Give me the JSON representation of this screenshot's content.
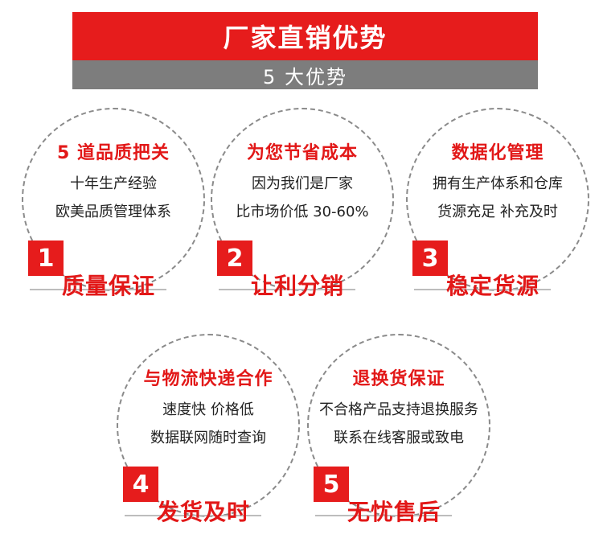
{
  "header": {
    "title": "厂家直销优势",
    "subtitle": "5 大优势"
  },
  "colors": {
    "accent": "#e61c1c",
    "subheader_bg": "#7d7d7d",
    "ring": "#8a8a8a"
  },
  "cards": [
    {
      "number": "1",
      "title": "5 道品质把关",
      "line1": "十年生产经验",
      "line2": "欧美品质管理体系",
      "label": "质量保证"
    },
    {
      "number": "2",
      "title": "为您节省成本",
      "line1": "因为我们是厂家",
      "line2": "比市场价低 30-60%",
      "label": "让利分销"
    },
    {
      "number": "3",
      "title": "数据化管理",
      "line1": "拥有生产体系和仓库",
      "line2": "货源充足 补充及时",
      "label": "稳定货源"
    },
    {
      "number": "4",
      "title": "与物流快递合作",
      "line1": "速度快 价格低",
      "line2": "数据联网随时查询",
      "label": "发货及时"
    },
    {
      "number": "5",
      "title": "退换货保证",
      "line1": "不合格产品支持退换服务",
      "line2": "联系在线客服或致电",
      "label": "无忧售后"
    }
  ]
}
